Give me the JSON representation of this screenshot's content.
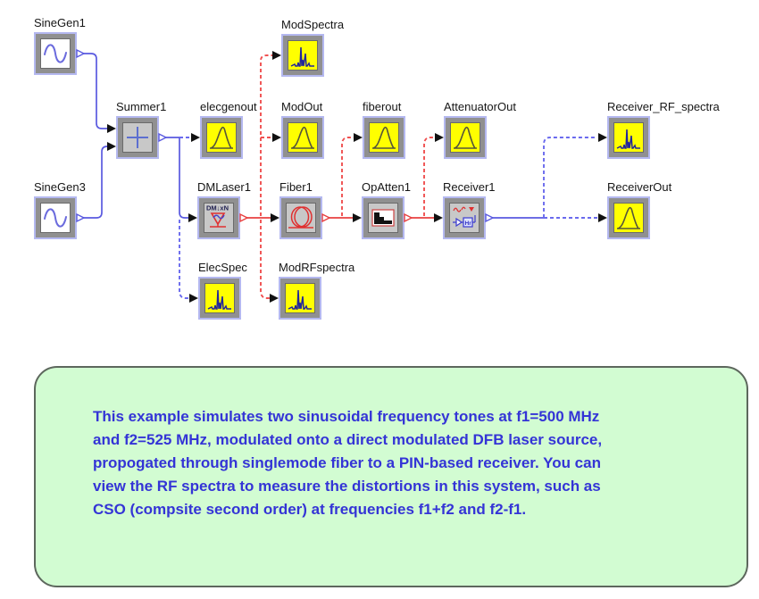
{
  "diagram": {
    "blocks": {
      "sinegen1": {
        "label": "SineGen1",
        "type": "sine-generator"
      },
      "sinegen3": {
        "label": "SineGen3",
        "type": "sine-generator"
      },
      "summer1": {
        "label": "Summer1",
        "type": "summer"
      },
      "elecgenout": {
        "label": "elecgenout",
        "type": "signal-analyzer"
      },
      "modspectra": {
        "label": "ModSpectra",
        "type": "spectrum-analyzer"
      },
      "modout": {
        "label": "ModOut",
        "type": "signal-analyzer"
      },
      "fiberout": {
        "label": "fiberout",
        "type": "signal-analyzer"
      },
      "attenuatorout": {
        "label": "AttenuatorOut",
        "type": "signal-analyzer"
      },
      "receiver_rf_spectra": {
        "label": "Receiver_RF_spectra",
        "type": "spectrum-analyzer"
      },
      "receiverout": {
        "label": "ReceiverOut",
        "type": "signal-analyzer"
      },
      "dmlaser1": {
        "label": "DMLaser1",
        "type": "direct-modulated-laser",
        "icon_text": "DM↓xN"
      },
      "fiber1": {
        "label": "Fiber1",
        "type": "fiber"
      },
      "opatten1": {
        "label": "OpAtten1",
        "type": "optical-attenuator"
      },
      "receiver1": {
        "label": "Receiver1",
        "type": "optical-receiver",
        "icon_text": "Hr"
      },
      "elecspec": {
        "label": "ElecSpec",
        "type": "spectrum-analyzer"
      },
      "modrfspectra": {
        "label": "ModRFspectra",
        "type": "spectrum-analyzer"
      }
    },
    "colors": {
      "electrical_wire": "#5a5ae0",
      "optical_wire": "#e84040",
      "selection_border": "#b4b8f0",
      "analyzer_fill": "#ffff00",
      "block_fill": "#c8c8c8",
      "note_bg": "#d2fcd2",
      "note_text": "#3434d6"
    },
    "note": {
      "lines": [
        "This example simulates two sinusoidal frequency tones at f1=500 MHz",
        "and f2=525 MHz, modulated onto a direct modulated DFB laser source,",
        "propogated through singlemode fiber to a PIN-based receiver. You can",
        "view the RF spectra to measure the distortions in this system, such as",
        "CSO (compsite second order) at frequencies f1+f2 and f2-f1."
      ]
    }
  }
}
